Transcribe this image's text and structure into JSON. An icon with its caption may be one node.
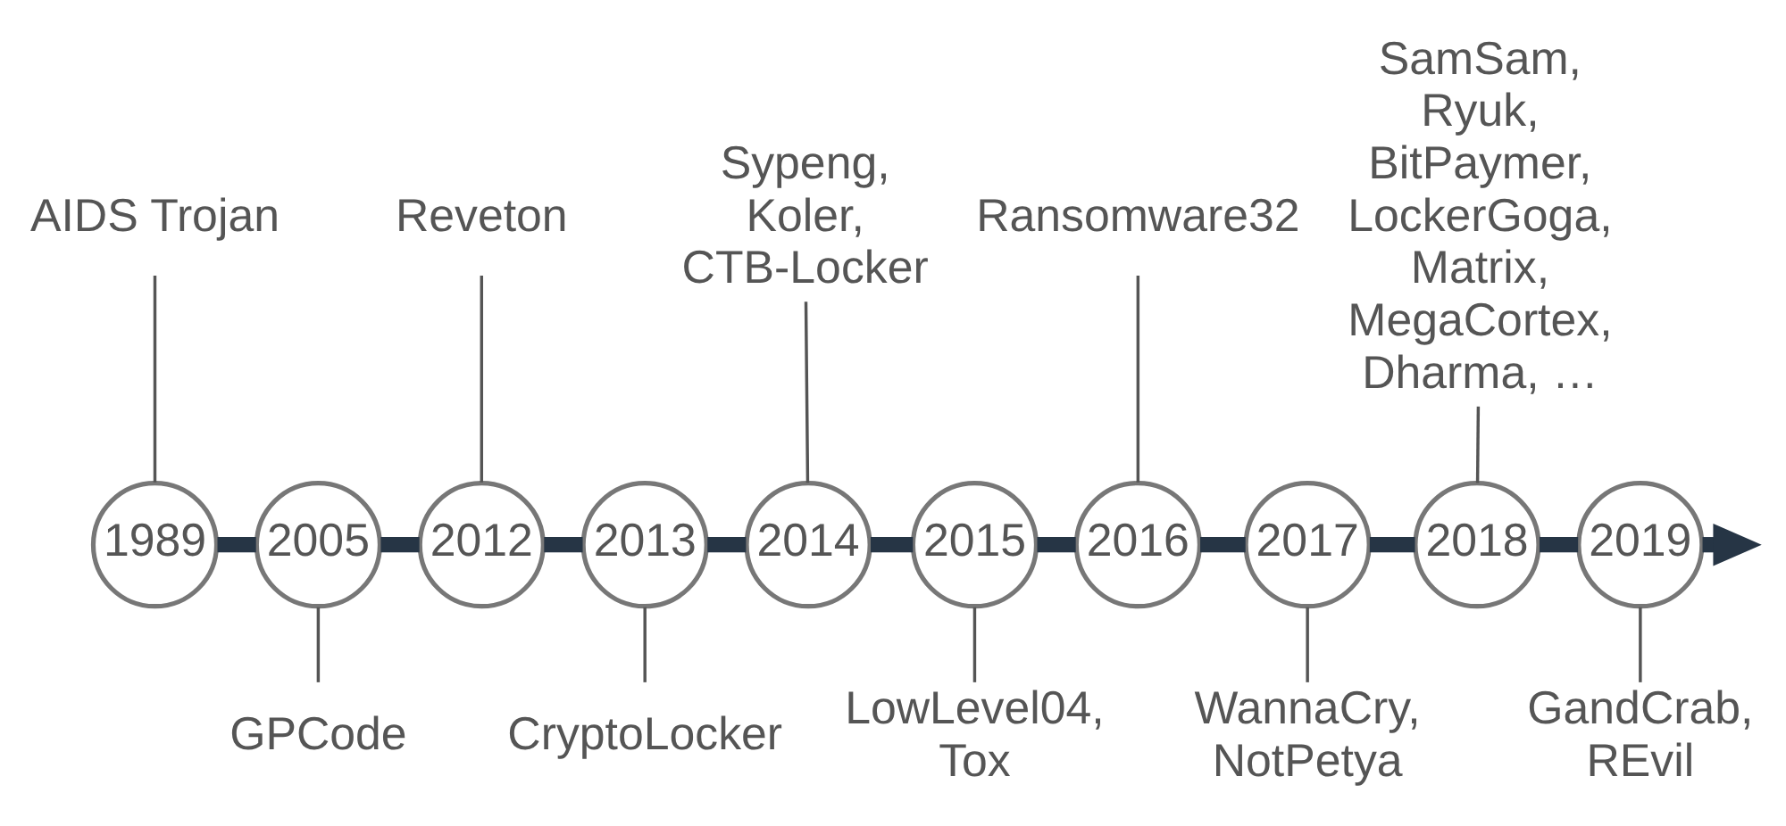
{
  "diagram": {
    "nodes": [
      {
        "text": [
          "1989"
        ]
      },
      {
        "text": [
          "2005"
        ]
      },
      {
        "text": [
          "2012"
        ]
      },
      {
        "text": [
          "2013"
        ]
      },
      {
        "text": [
          "2014"
        ]
      },
      {
        "text": [
          "2015"
        ]
      },
      {
        "text": [
          "2016"
        ]
      },
      {
        "text": [
          "2017"
        ]
      },
      {
        "text": [
          "2018"
        ]
      },
      {
        "text": [
          "2019"
        ]
      },
      {
        "text": [
          "AIDS Trojan"
        ]
      },
      {
        "text": [
          "GPCode"
        ]
      },
      {
        "text": [
          "Reveton"
        ]
      },
      {
        "text": [
          "CryptoLocker"
        ]
      },
      {
        "text": [
          "Sypeng, Koler, CTB-Locker"
        ]
      },
      {
        "text": [
          "LowLevel04, Tox"
        ]
      },
      {
        "text": [
          "Ransomware32"
        ]
      },
      {
        "text": [
          "WannaCry, NotPetya"
        ]
      },
      {
        "text": [
          "SamSam, Ryuk, BitPaymer, LockerGoga, Matrix, MegaCortex, Dharma, …"
        ]
      },
      {
        "text": [
          "GandCrab, REvil"
        ]
      }
    ],
    "edges": [
      {
        "from": 0,
        "to": 1,
        "arrow": "none",
        "style": "thick"
      },
      {
        "from": 1,
        "to": 2,
        "arrow": "none",
        "style": "thick"
      },
      {
        "from": 2,
        "to": 3,
        "arrow": "none",
        "style": "thick"
      },
      {
        "from": 3,
        "to": 4,
        "arrow": "none",
        "style": "thick"
      },
      {
        "from": 4,
        "to": 5,
        "arrow": "none",
        "style": "thick"
      },
      {
        "from": 5,
        "to": 6,
        "arrow": "none",
        "style": "thick"
      },
      {
        "from": 6,
        "to": 7,
        "arrow": "none",
        "style": "thick"
      },
      {
        "from": 7,
        "to": 8,
        "arrow": "none",
        "style": "thick"
      },
      {
        "from": 8,
        "to": 9,
        "arrow": "none",
        "style": "thick"
      },
      {
        "from": 9,
        "to": null,
        "arrow": "to",
        "style": "thick"
      },
      {
        "from": 10,
        "to": 0,
        "arrow": "none"
      },
      {
        "from": 1,
        "to": 11,
        "arrow": "none"
      },
      {
        "from": 12,
        "to": 2,
        "arrow": "none"
      },
      {
        "from": 3,
        "to": 13,
        "arrow": "none"
      },
      {
        "from": 14,
        "to": 4,
        "arrow": "none"
      },
      {
        "from": 5,
        "to": 15,
        "arrow": "none"
      },
      {
        "from": 16,
        "to": 6,
        "arrow": "none"
      },
      {
        "from": 7,
        "to": 17,
        "arrow": "none"
      },
      {
        "from": 18,
        "to": 8,
        "arrow": "none"
      },
      {
        "from": 9,
        "to": 19,
        "arrow": "none"
      }
    ]
  }
}
